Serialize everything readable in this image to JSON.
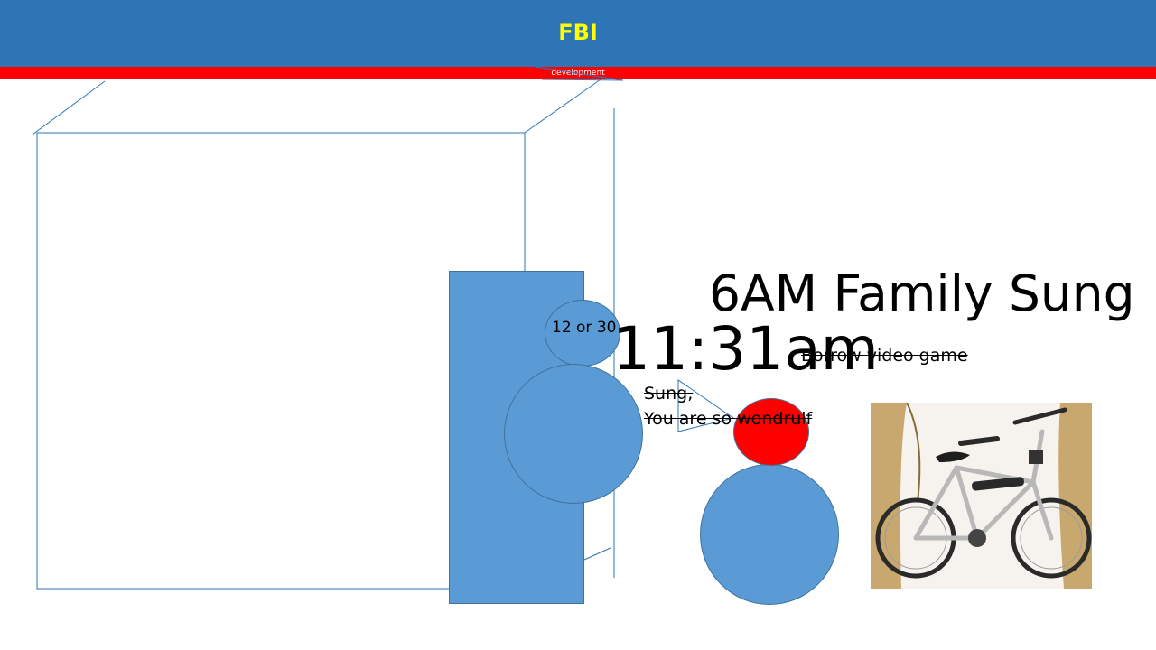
{
  "header": {
    "title": "FBI",
    "subtitle": "development",
    "bar_color": "#2e75b6",
    "title_color": "#ffff00",
    "strip_color": "#ff0000"
  },
  "labels": {
    "count_label": "12 or 30",
    "title": "6AM Family Sung",
    "time": "11:31am",
    "borrow": "Borrow video game",
    "note_line_1": "Sung,",
    "note_line_2": "You are so wondrulf"
  },
  "shapes": {
    "fill_blue": "#5b9bd5",
    "fill_red": "#ff0000",
    "outline": "#41719c"
  },
  "image": {
    "subject": "bmx-bicycle"
  }
}
